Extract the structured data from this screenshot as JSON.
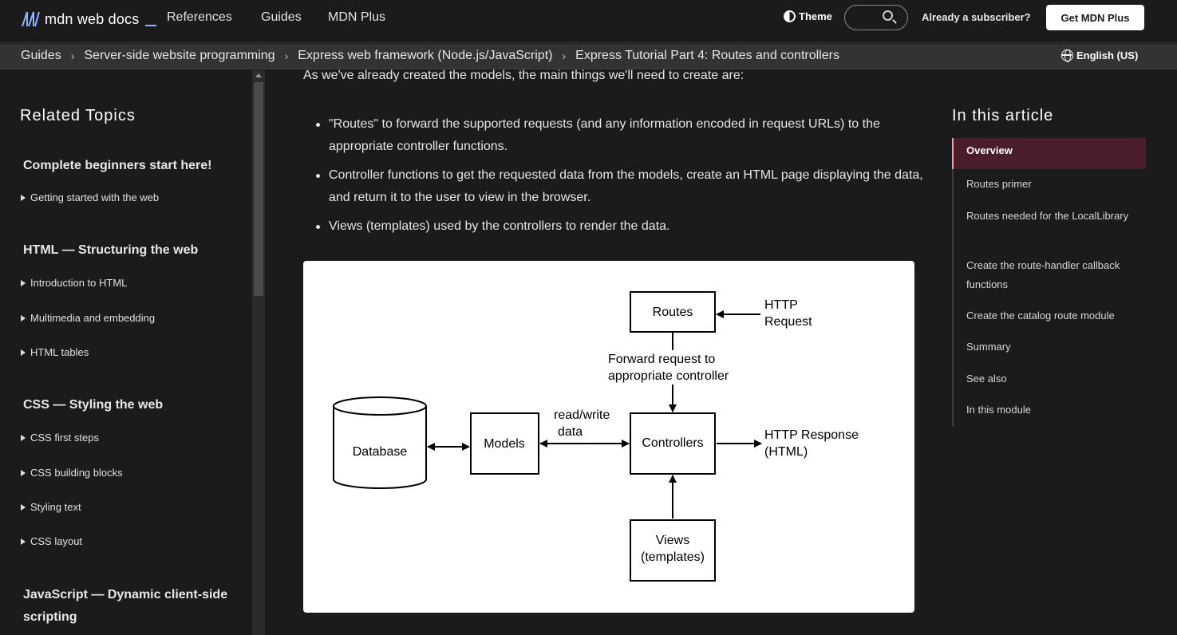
{
  "nav": {
    "logo_text": "mdn web docs",
    "links": [
      "References",
      "Guides",
      "MDN Plus"
    ],
    "theme_label": "Theme",
    "subscriber_label": "Already a subscriber?",
    "cta_label": "Get MDN Plus"
  },
  "breadcrumb": {
    "items": [
      "Guides",
      "Server-side website programming",
      "Express web framework (Node.js/JavaScript)",
      "Express Tutorial Part 4: Routes and controllers"
    ],
    "separator": "›",
    "language": "English (US)"
  },
  "sidebar": {
    "title": "Related Topics",
    "headings": [
      "Complete beginners start here!",
      "HTML — Structuring the web",
      "CSS — Styling the web",
      "JavaScript — Dynamic client-side scripting"
    ],
    "items": [
      "Getting started with the web",
      "Introduction to HTML",
      "Multimedia and embedding",
      "HTML tables",
      "CSS first steps",
      "CSS building blocks",
      "Styling text",
      "CSS layout"
    ]
  },
  "main": {
    "intro": "As we've already created the models, the main things we'll need to create are:",
    "bullets": [
      "\"Routes\" to forward the supported requests (and any information encoded in request URLs) to the appropriate controller functions.",
      "Controller functions to get the requested data from the models, create an HTML page displaying the data, and return it to the user to view in the browser.",
      "Views (templates) used by the controllers to render the data."
    ]
  },
  "diagram": {
    "routes": "Routes",
    "http_request_1": "HTTP",
    "http_request_2": "Request",
    "forward_1": "Forward request to",
    "forward_2": "appropriate controller",
    "database": "Database",
    "models": "Models",
    "readwrite_1": "read/write",
    "readwrite_2": "data",
    "controllers": "Controllers",
    "http_response_1": "HTTP Response",
    "http_response_2": "(HTML)",
    "views_1": "Views",
    "views_2": "(templates)"
  },
  "toc": {
    "title": "In this article",
    "active": "Overview",
    "items": [
      "Routes primer",
      "Routes needed for the LocalLibrary",
      "Create the route-handler callback functions",
      "Create the catalog route module",
      "Summary",
      "See also",
      "In this module"
    ]
  },
  "colors": {
    "background": "#1b1b1b",
    "accent_active": "#ff97a0",
    "active_bg": "#4b1d2b",
    "logo_blue": "#8cb4ff"
  }
}
